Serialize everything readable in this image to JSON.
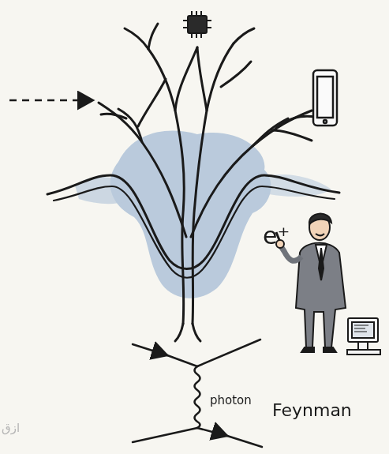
{
  "diagram": {
    "labels": [
      "e⁺",
      "photon",
      "Feynman",
      "ازق"
    ]
  }
}
